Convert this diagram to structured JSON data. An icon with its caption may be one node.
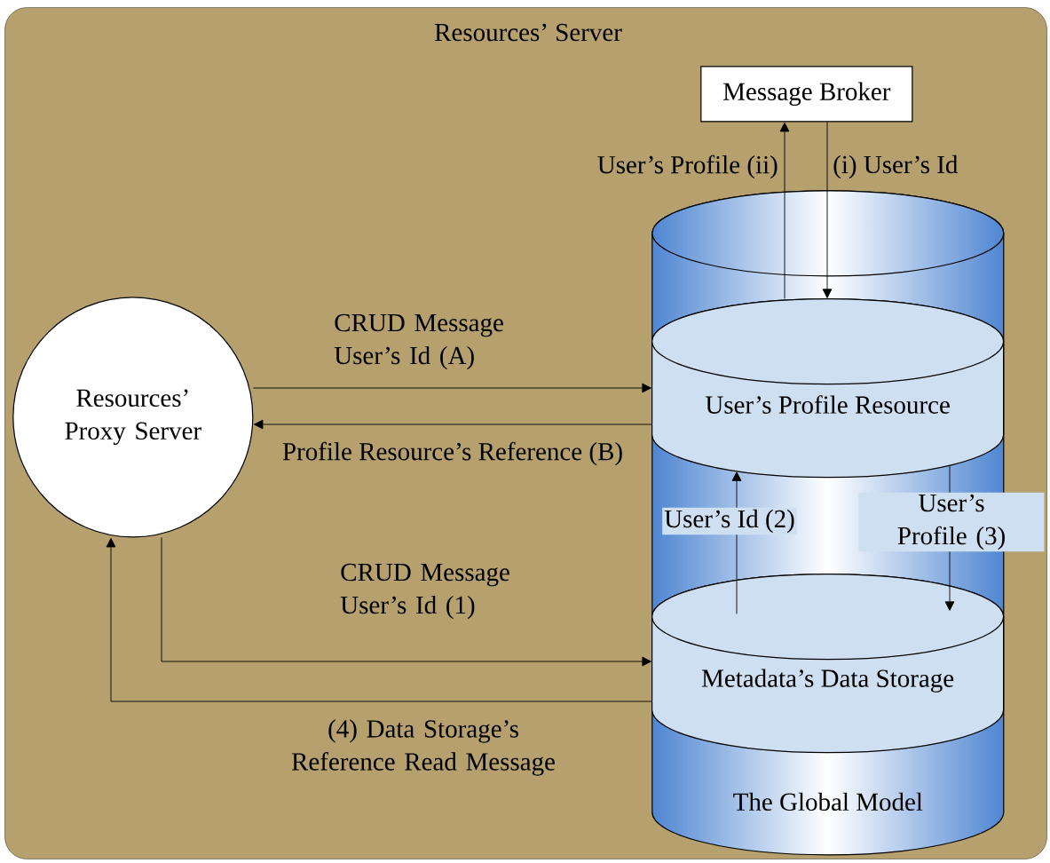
{
  "diagram": {
    "nodes": [
      {
        "text": [
          "Resources’ Server"
        ]
      },
      {
        "text": [
          "Message Broker"
        ],
        "in": 0
      },
      {
        "text": [
          "Resources’ Proxy Server"
        ],
        "in": 0
      },
      {
        "text": [
          "The Global Model"
        ],
        "in": 0
      },
      {
        "text": [
          "User’s Profile Resource"
        ],
        "in": 3
      },
      {
        "text": [
          "Metadata’s Data Storage"
        ],
        "in": 3
      }
    ],
    "edges": [
      {
        "from": 4,
        "to": 1,
        "arrow": "to",
        "label": "User’s Profile (ii)"
      },
      {
        "from": 1,
        "to": 4,
        "arrow": "to",
        "label": "(i) User’s Id"
      },
      {
        "from": 2,
        "to": 4,
        "arrow": "to",
        "label": "CRUD Message User’s Id (A)"
      },
      {
        "from": 4,
        "to": 2,
        "arrow": "to",
        "label": "Profile Resource’s Reference (B)"
      },
      {
        "from": 5,
        "to": 4,
        "arrow": "to",
        "label": "User’s Id (2)"
      },
      {
        "from": 4,
        "to": 5,
        "arrow": "to",
        "label": "User’s Profile (3)"
      },
      {
        "from": 2,
        "to": 5,
        "arrow": "to",
        "label": "CRUD Message User’s Id (1)"
      },
      {
        "from": 5,
        "to": 2,
        "arrow": "to",
        "label": "(4) Data Storage’s Reference Read Message"
      }
    ]
  }
}
